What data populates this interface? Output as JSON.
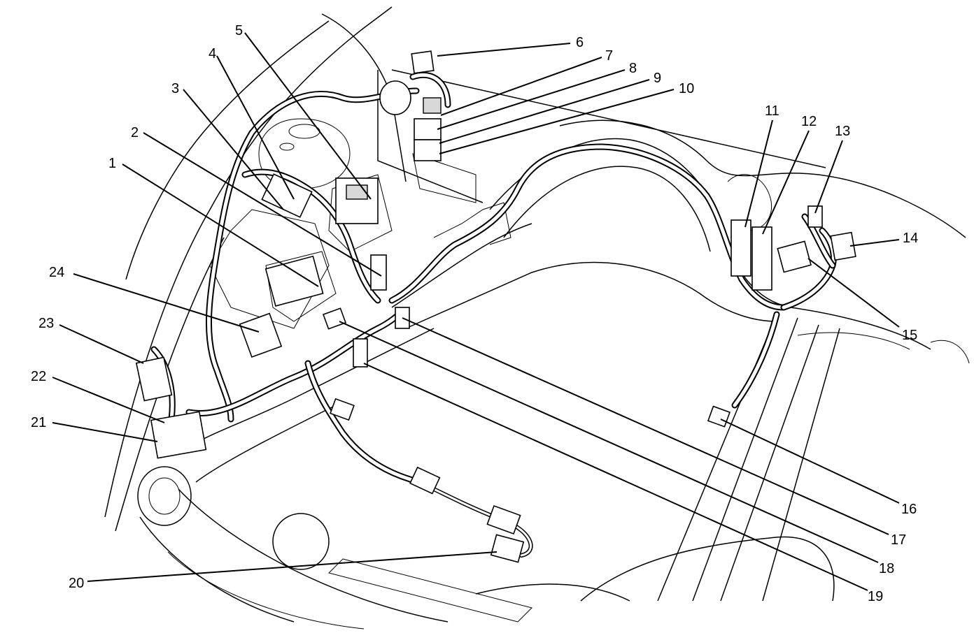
{
  "callouts": [
    {
      "id": "1",
      "label": "1"
    },
    {
      "id": "2",
      "label": "2"
    },
    {
      "id": "3",
      "label": "3"
    },
    {
      "id": "4",
      "label": "4"
    },
    {
      "id": "5",
      "label": "5"
    },
    {
      "id": "6",
      "label": "6"
    },
    {
      "id": "7",
      "label": "7"
    },
    {
      "id": "8",
      "label": "8"
    },
    {
      "id": "9",
      "label": "9"
    },
    {
      "id": "10",
      "label": "10"
    },
    {
      "id": "11",
      "label": "11"
    },
    {
      "id": "12",
      "label": "12"
    },
    {
      "id": "13",
      "label": "13"
    },
    {
      "id": "14",
      "label": "14"
    },
    {
      "id": "15",
      "label": "15"
    },
    {
      "id": "16",
      "label": "16"
    },
    {
      "id": "17",
      "label": "17"
    },
    {
      "id": "18",
      "label": "18"
    },
    {
      "id": "19",
      "label": "19"
    },
    {
      "id": "20",
      "label": "20"
    },
    {
      "id": "21",
      "label": "21"
    },
    {
      "id": "22",
      "label": "22"
    },
    {
      "id": "23",
      "label": "23"
    },
    {
      "id": "24",
      "label": "24"
    }
  ],
  "colors": {
    "line": "#000000",
    "background": "#ffffff",
    "fill": "#d8d8d8"
  }
}
